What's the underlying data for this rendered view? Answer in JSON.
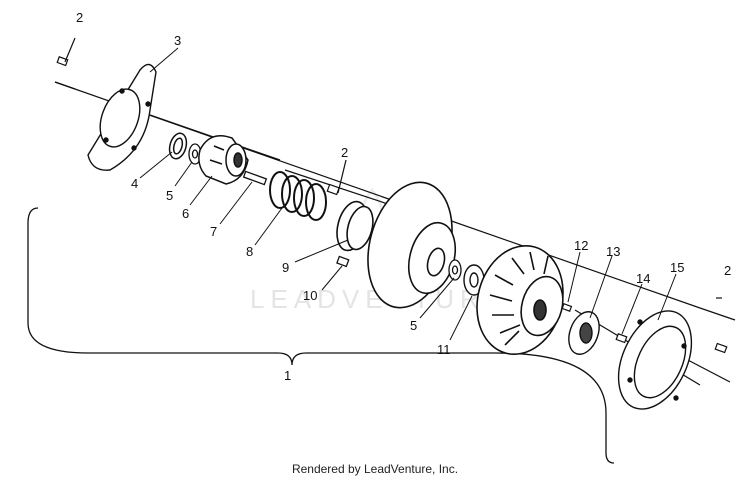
{
  "diagram": {
    "watermark": "LEADVENTURE",
    "footer": "Rendered by LeadVenture, Inc.",
    "callouts": {
      "c1": "1",
      "c2a": "2",
      "c2b": "2",
      "c2c": "2",
      "c3": "3",
      "c4": "4",
      "c5a": "5",
      "c5b": "5",
      "c6": "6",
      "c7": "7",
      "c8": "8",
      "c9": "9",
      "c10": "10",
      "c11": "11",
      "c12": "12",
      "c13": "13",
      "c14": "14",
      "c15": "15"
    }
  }
}
